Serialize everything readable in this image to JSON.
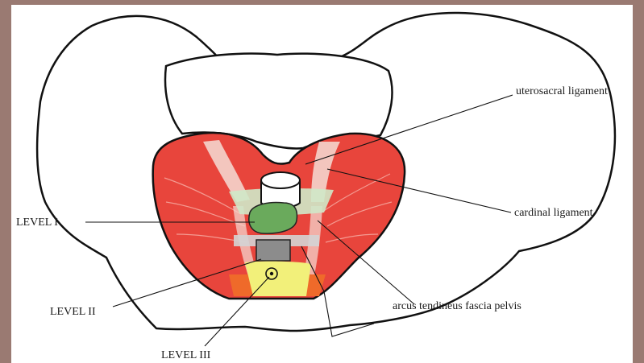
{
  "labels": {
    "uterosacral": "uterosacral ligament",
    "cardinal": "cardinal ligament",
    "level1": "LEVEL I",
    "level2": "LEVEL II",
    "level3": "LEVEL III",
    "arcus": "arcus tendineus fascia pelvis"
  },
  "colors": {
    "frame": "#9a7a72",
    "muscle": "#e8453c",
    "ligament_highlight": "#f4d4cc",
    "fascia_green": "#cfe8c8",
    "level1_green": "#6aaa5c",
    "level2_gray": "#8c8c8c",
    "level3_yellow": "#f2f07a",
    "orange": "#ef6a2a"
  }
}
